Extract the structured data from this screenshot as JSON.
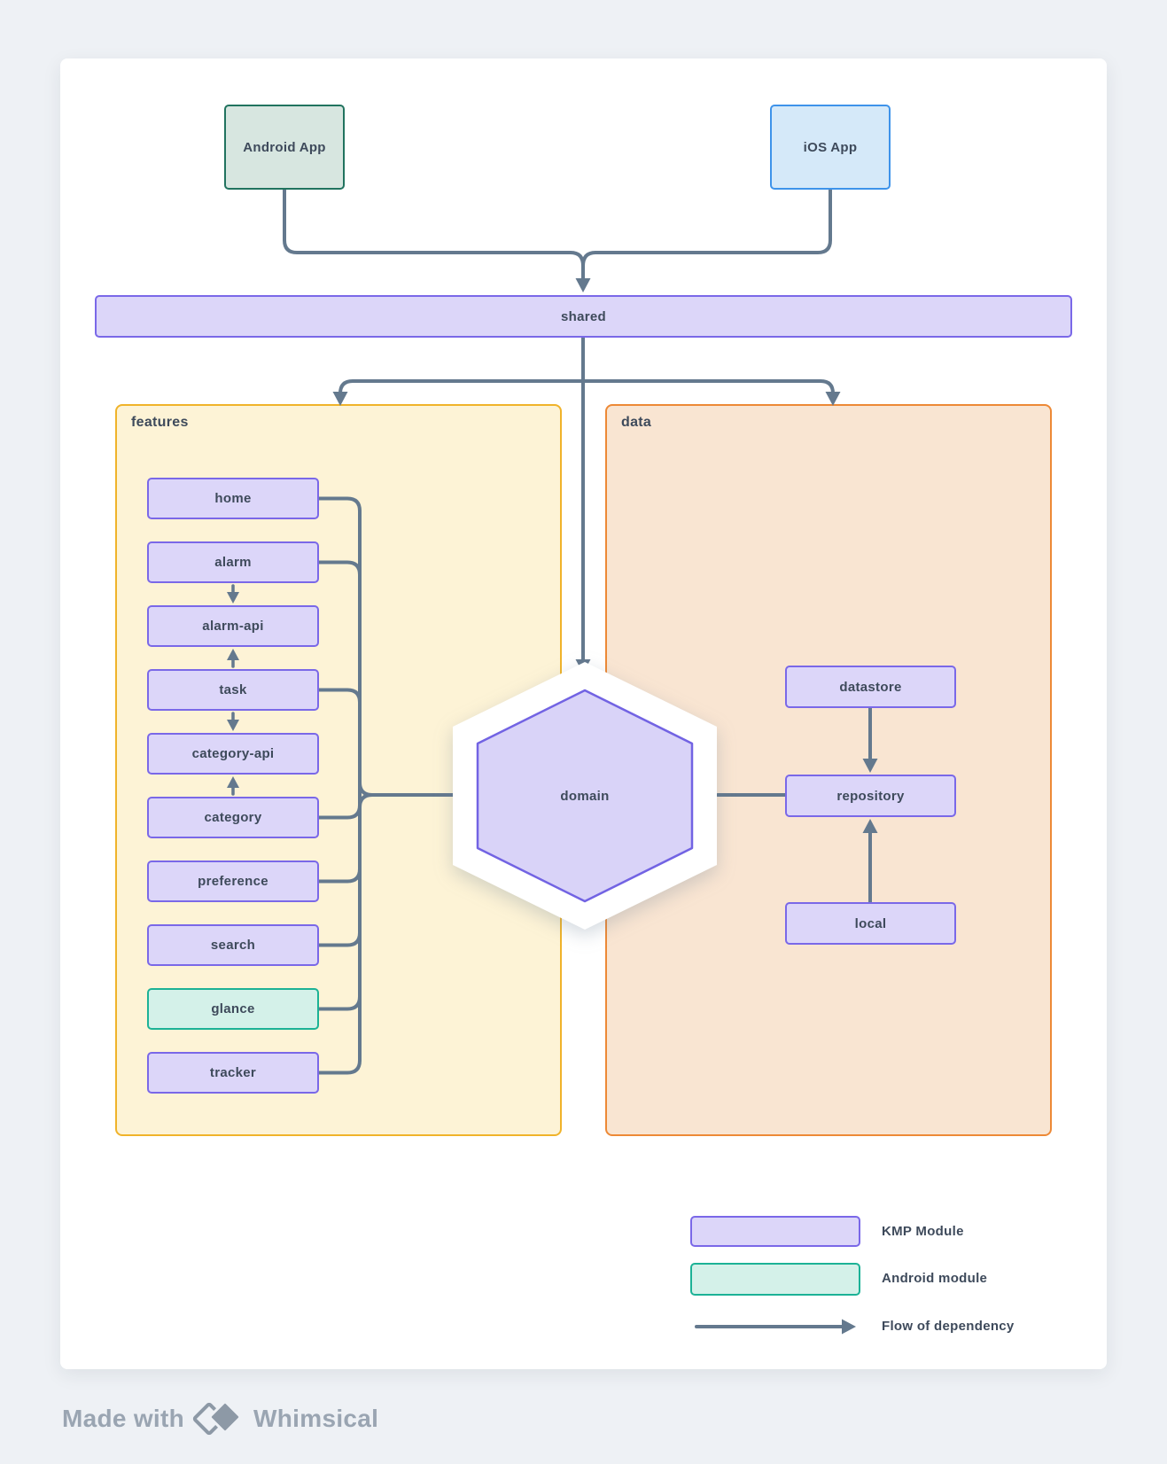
{
  "top": {
    "android_app": "Android App",
    "ios_app": "iOS App",
    "shared": "shared"
  },
  "features": {
    "label": "features",
    "modules": [
      {
        "label": "home",
        "type": "kmp"
      },
      {
        "label": "alarm",
        "type": "kmp"
      },
      {
        "label": "alarm-api",
        "type": "kmp"
      },
      {
        "label": "task",
        "type": "kmp"
      },
      {
        "label": "category-api",
        "type": "kmp"
      },
      {
        "label": "category",
        "type": "kmp"
      },
      {
        "label": "preference",
        "type": "kmp"
      },
      {
        "label": "search",
        "type": "kmp"
      },
      {
        "label": "glance",
        "type": "android"
      },
      {
        "label": "tracker",
        "type": "kmp"
      }
    ]
  },
  "data_layer": {
    "label": "data",
    "modules": [
      {
        "label": "datastore"
      },
      {
        "label": "repository"
      },
      {
        "label": "local"
      }
    ]
  },
  "domain": {
    "label": "domain"
  },
  "legend": {
    "items": [
      {
        "label": "KMP Module",
        "swatch": "kmp"
      },
      {
        "label": "Android module",
        "swatch": "android"
      },
      {
        "label": "Flow of dependency",
        "swatch": "arrow"
      }
    ]
  },
  "footer": {
    "made_with": "Made with",
    "brand": "Whimsical"
  },
  "colors": {
    "kmp_fill": "#dcd6f9",
    "kmp_border": "#7a68e8",
    "android_module_fill": "#d4f1e9",
    "android_module_border": "#1cb296",
    "android_app_fill": "#d7e6e0",
    "android_app_border": "#21735f",
    "ios_app_fill": "#d5e9f9",
    "ios_app_border": "#3e93ea",
    "features_fill": "#fdf3d6",
    "features_border": "#f0b32a",
    "data_fill": "#f9e5d2",
    "data_border": "#ed8936",
    "connector": "#64798e",
    "text": "#3e4a5b"
  }
}
